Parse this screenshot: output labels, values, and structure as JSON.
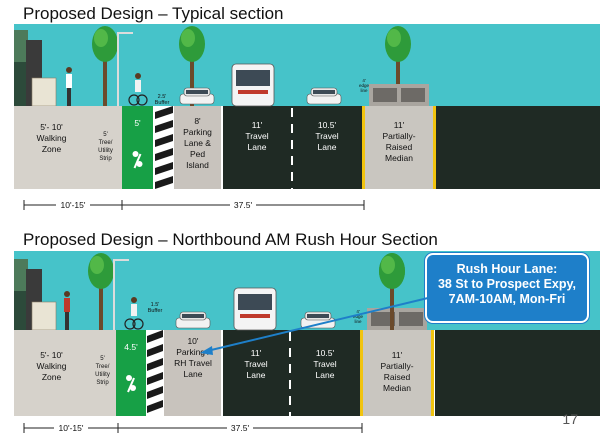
{
  "colors": {
    "sky": "#46c3c9",
    "asphalt": "#1f2a24",
    "sidewalk": "#d6d2cb",
    "bike_lane": "#17a046",
    "median": "#c9c6c0",
    "buffer": "#ffffff",
    "callout": "#1e7fc9"
  },
  "section1": {
    "title": "Proposed Design – Typical section",
    "zones": [
      {
        "lines": [
          "5'- 10'",
          "Walking",
          "Zone"
        ]
      },
      {
        "lines": [
          "5'",
          "Tree/",
          "Utility",
          "Strip"
        ]
      },
      {
        "lines": [
          "5'"
        ]
      },
      {
        "lines": [
          "8'",
          "Parking",
          "Lane &",
          "Ped",
          "Island"
        ]
      },
      {
        "lines": [
          "11'",
          "Travel",
          "Lane"
        ]
      },
      {
        "lines": [
          "10.5'",
          "Travel",
          "Lane"
        ]
      },
      {
        "lines": [
          "11'",
          "Partially-",
          "Raised",
          "Median"
        ]
      }
    ],
    "buffer_label": [
      "2.5'",
      "Buffer"
    ],
    "edge_label": [
      "4'",
      "edge",
      "line"
    ],
    "dims": [
      "10'-15'",
      "37.5'"
    ]
  },
  "section2": {
    "title": "Proposed Design – Northbound AM Rush Hour Section",
    "zones": [
      {
        "lines": [
          "5'- 10'",
          "Walking",
          "Zone"
        ]
      },
      {
        "lines": [
          "5'",
          "Tree/",
          "Utility",
          "Strip"
        ]
      },
      {
        "lines": [
          "4.5'"
        ]
      },
      {
        "lines": [
          "10'",
          "Parking /",
          "RH Travel",
          "Lane"
        ]
      },
      {
        "lines": [
          "11'",
          "Travel",
          "Lane"
        ]
      },
      {
        "lines": [
          "10.5'",
          "Travel",
          "Lane"
        ]
      },
      {
        "lines": [
          "11'",
          "Partially-",
          "Raised",
          "Median"
        ]
      }
    ],
    "buffer_label": [
      "1.5'",
      "Buffer"
    ],
    "edge_label": [
      "4'",
      "edge",
      "line"
    ],
    "dims": [
      "10'-15'",
      "37.5'"
    ]
  },
  "callout": {
    "lines": [
      "Rush Hour Lane:",
      "38 St to Prospect Expy,",
      "7AM-10AM, Mon-Fri"
    ]
  },
  "page_number": "17"
}
